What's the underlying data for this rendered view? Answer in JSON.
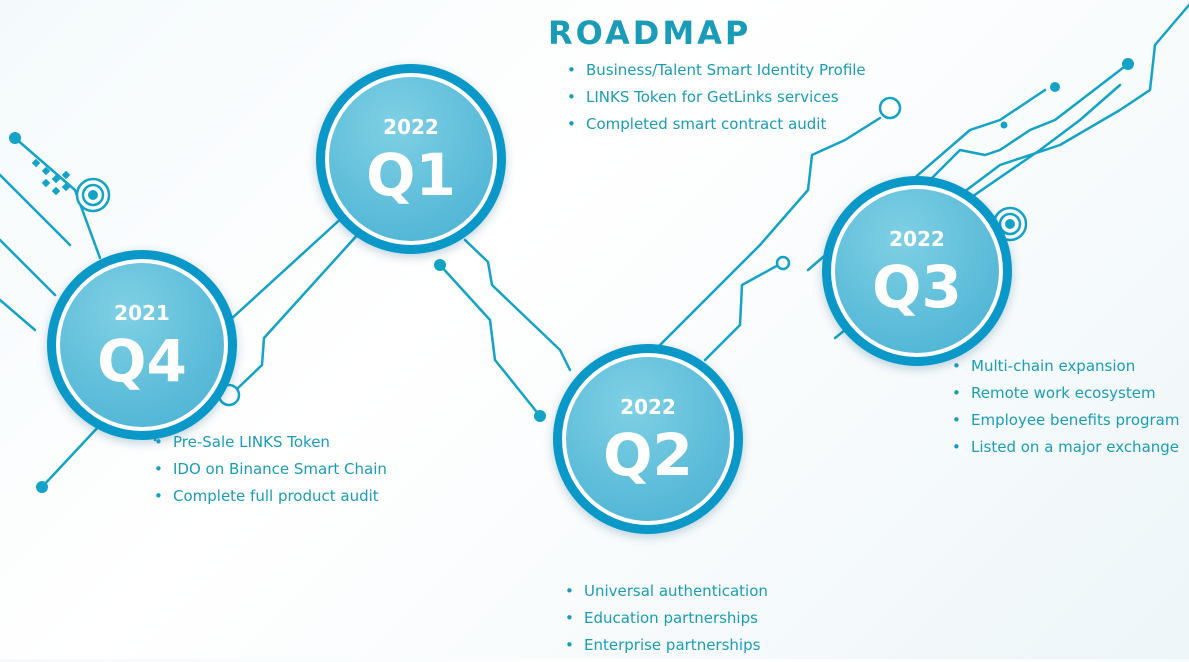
{
  "title": "ROADMAP",
  "colors": {
    "accent": "#1a9cb8",
    "ring": "#0a98c8",
    "circle_fill": "#5cbcd9",
    "circuit": "#14a3c7"
  },
  "milestones": [
    {
      "year": "2021",
      "quarter": "Q4",
      "items": [
        "Pre-Sale LINKS Token",
        "IDO on Binance Smart Chain",
        "Complete full product audit"
      ]
    },
    {
      "year": "2022",
      "quarter": "Q1",
      "items": [
        "Business/Talent Smart Identity Profile",
        "LINKS Token for GetLinks services",
        "Completed smart contract audit"
      ]
    },
    {
      "year": "2022",
      "quarter": "Q2",
      "items": [
        "Universal authentication",
        "Education partnerships",
        "Enterprise partnerships"
      ]
    },
    {
      "year": "2022",
      "quarter": "Q3",
      "items": [
        "Multi-chain expansion",
        "Remote work ecosystem",
        "Employee benefits program",
        "Listed on a major exchange"
      ]
    }
  ]
}
